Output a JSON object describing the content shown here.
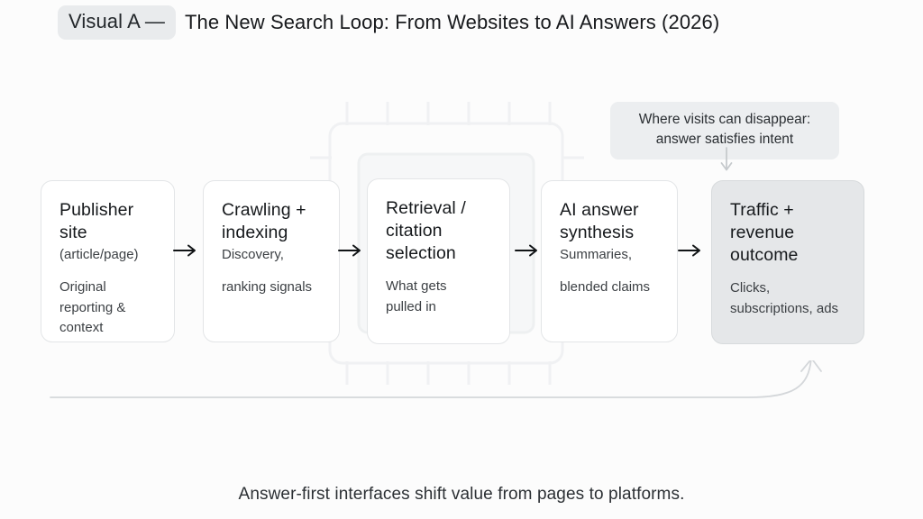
{
  "header": {
    "badge": "Visual A —",
    "title": "The New Search Loop: From Websites to AI Answers (2026)"
  },
  "callout": {
    "line1": "Where visits can disappear:",
    "line2": "answer satisfies intent"
  },
  "flow": {
    "nodes": [
      {
        "id": "publisher-site",
        "heading": "Publisher\nsite",
        "sub": "(article/page)",
        "sub2": "Original\nreporting &\ncontext",
        "highlight": false
      },
      {
        "id": "crawling-indexing",
        "heading": "Crawling +\nindexing",
        "sub": "Discovery,",
        "sub2": "ranking signals",
        "highlight": false
      },
      {
        "id": "retrieval-citation-selection",
        "heading": "Retrieval /\ncitation\nselection",
        "sub": "",
        "sub2": "What gets\npulled in",
        "highlight": false
      },
      {
        "id": "ai-answer-synthesis",
        "heading": "AI answer\nsynthesis",
        "sub": "Summaries,",
        "sub2": "blended claims",
        "highlight": false
      },
      {
        "id": "traffic-revenue-outcome",
        "heading": "Traffic +\nrevenue\noutcome",
        "sub": "",
        "sub2": "Clicks,\nsubscriptions, ads",
        "highlight": true
      }
    ],
    "connector_icon": "arrow-right-icon",
    "feedback_icon": "feedback-loop-arrow-icon"
  },
  "footer": {
    "caption": "Answer-first interfaces shift value from pages to platforms."
  },
  "colors": {
    "background": "#fcfcfc",
    "node_fill": "#ffffff",
    "node_border": "#e3e5e7",
    "highlight_fill": "#e5e7e9",
    "badge_fill": "#e9ebed",
    "callout_fill": "#eceef0",
    "text_primary": "#16191c",
    "text_secondary": "#3c4044",
    "watermark": "#f1f2f4"
  }
}
